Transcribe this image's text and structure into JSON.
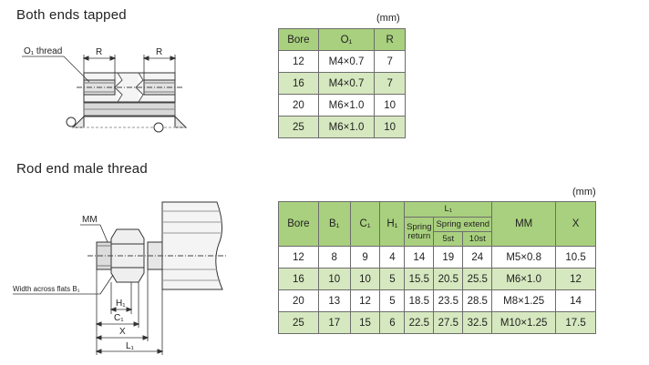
{
  "section1": {
    "title": "Both ends tapped",
    "unit": "(mm)",
    "headers": [
      "Bore",
      "O₁",
      "R"
    ],
    "rows": [
      [
        "12",
        "M4×0.7",
        "7"
      ],
      [
        "16",
        "M4×0.7",
        "7"
      ],
      [
        "20",
        "M6×1.0",
        "10"
      ],
      [
        "25",
        "M6×1.0",
        "10"
      ]
    ],
    "labels": {
      "thread": "O₁ thread",
      "r_left": "R",
      "r_right": "R"
    }
  },
  "section2": {
    "title": "Rod end male thread",
    "unit": "(mm)",
    "headers": {
      "bore": "Bore",
      "b1": "B₁",
      "c1": "C₁",
      "h1": "H₁",
      "l1": "L₁",
      "spring_return": [
        "Spring",
        "return"
      ],
      "spring_extend": "Spring extend",
      "st5": "5st",
      "st10": "10st",
      "mm": "MM",
      "x": "X"
    },
    "rows": [
      [
        "12",
        "8",
        "9",
        "4",
        "14",
        "19",
        "24",
        "M5×0.8",
        "10.5"
      ],
      [
        "16",
        "10",
        "10",
        "5",
        "15.5",
        "20.5",
        "25.5",
        "M6×1.0",
        "12"
      ],
      [
        "20",
        "13",
        "12",
        "5",
        "18.5",
        "23.5",
        "28.5",
        "M8×1.25",
        "14"
      ],
      [
        "25",
        "17",
        "15",
        "6",
        "22.5",
        "27.5",
        "32.5",
        "M10×1.25",
        "17.5"
      ]
    ],
    "labels": {
      "mm": "MM",
      "width_flats": "Width across flats B₁",
      "h1": "H₁",
      "c1": "C₁",
      "x": "X",
      "l1": "L₁"
    }
  },
  "colors": {
    "header": "#a9d07e",
    "alt_row": "#d6e8bf",
    "border": "#6d6d6d"
  }
}
